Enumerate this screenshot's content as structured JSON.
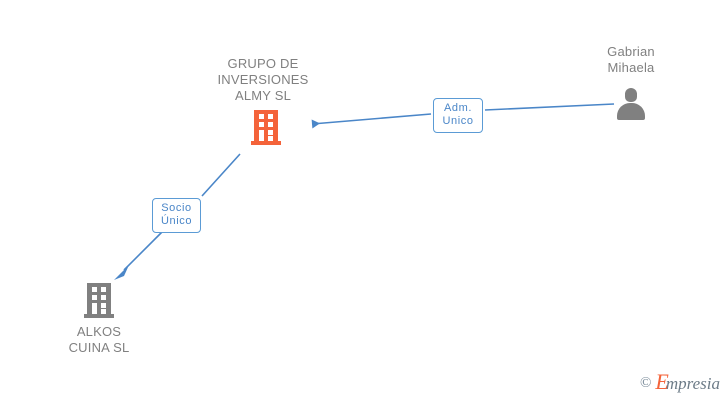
{
  "diagram": {
    "type": "corporate-relationship-graph",
    "background_color": "#ffffff",
    "nodes": [
      {
        "id": "grupo-de-inversiones-almy-sl",
        "label": "GRUPO DE\nINVERSIONES\nALMY SL",
        "icon": "building-icon",
        "icon_color": "#f4633a",
        "label_color": "#808080",
        "label_position": "above"
      },
      {
        "id": "alkos-cuina-sl",
        "label": "ALKOS\nCUINA SL",
        "icon": "building-icon",
        "icon_color": "#808080",
        "label_color": "#808080",
        "label_position": "below"
      },
      {
        "id": "gabrian-mihaela",
        "label": "Gabrian\nMihaela",
        "icon": "person-icon",
        "icon_color": "#808080",
        "label_color": "#808080",
        "label_position": "above"
      }
    ],
    "edges": [
      {
        "id": "edge-adm-unico",
        "from": "gabrian-mihaela",
        "to": "grupo-de-inversiones-almy-sl",
        "relation_label": "Adm.\nUnico",
        "color": "#4a86c8"
      },
      {
        "id": "edge-socio-unico",
        "from": "grupo-de-inversiones-almy-sl",
        "to": "alkos-cuina-sl",
        "relation_label": "Socio\nÚnico",
        "color": "#4a86c8"
      }
    ],
    "colors": {
      "accent_orange": "#f4633a",
      "node_gray": "#808080",
      "edge_blue": "#4a86c8",
      "box_border": "#5b9bd5"
    }
  },
  "watermark": {
    "copyright": "©",
    "brand_first": "E",
    "brand_rest": "mpresia"
  }
}
